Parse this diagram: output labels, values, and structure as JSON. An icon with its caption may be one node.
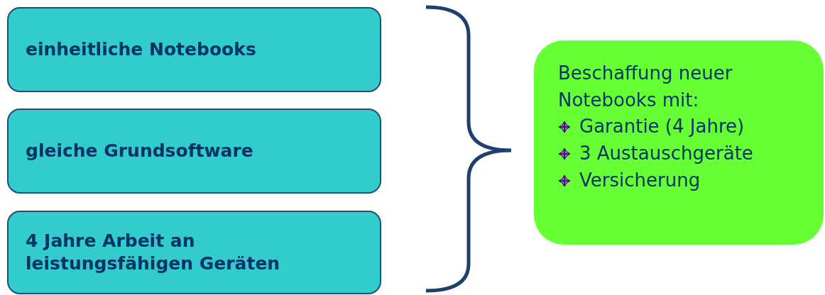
{
  "diagram": {
    "nodes": [
      {
        "text": [
          "einheitliche Notebooks"
        ]
      },
      {
        "text": [
          "gleiche Grundsoftware"
        ]
      },
      {
        "text": [
          "4 Jahre Arbeit an leistungsfähigen Geräten"
        ]
      },
      {
        "text": [
          "Beschaffung neuer Notebooks mit:",
          "Garantie (4 Jahre)",
          "3 Austauschgeräte",
          "Versicherung"
        ]
      }
    ]
  }
}
